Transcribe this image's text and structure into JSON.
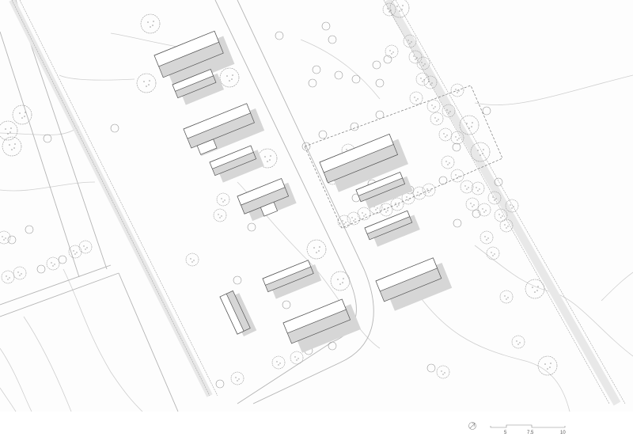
{
  "drawing": {
    "type": "site-plan",
    "line_color": "#8a8a8a",
    "road_color": "#b5b5b5",
    "building_roof_color": "#ffffff",
    "building_shadow_color": "#d6d6d6",
    "building_outline_color": "#555555",
    "background_color": "#fdfdfd"
  },
  "north_arrow": {
    "icon": "north-arrow-icon"
  },
  "scale_bar": {
    "ticks": [
      "5",
      "7.5",
      "10"
    ]
  }
}
